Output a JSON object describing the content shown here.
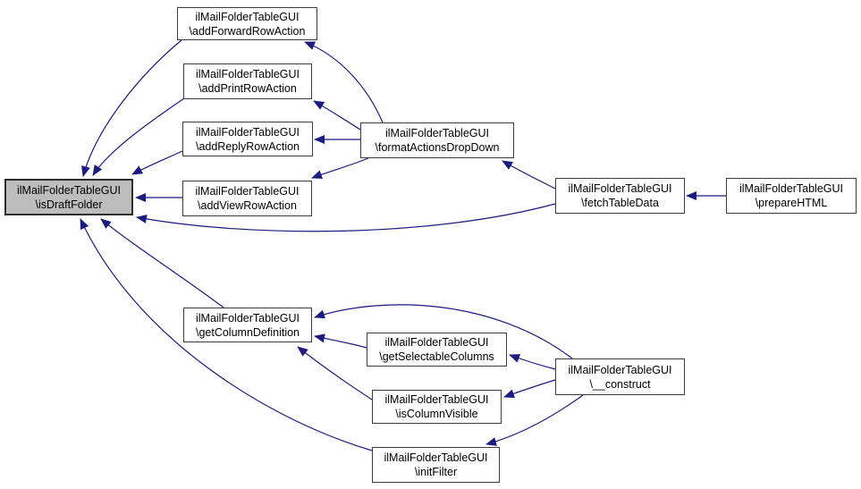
{
  "diagram": {
    "kind": "caller-graph",
    "background_color": "#ffffff",
    "edge_color": "#1b1b80",
    "node_fill_color": "#ffffff",
    "node_border_color": "#3d3d3d",
    "highlight_fill_color": "#bdbdbd",
    "text_color": "#000000"
  },
  "nodes": [
    {
      "id": "isDraftFolder",
      "class_name": "ilMailFolderTableGUI",
      "method": "\\isDraftFolder",
      "highlighted": true
    },
    {
      "id": "addForwardRowAction",
      "class_name": "ilMailFolderTableGUI",
      "method": "\\addForwardRowAction",
      "highlighted": false
    },
    {
      "id": "addPrintRowAction",
      "class_name": "ilMailFolderTableGUI",
      "method": "\\addPrintRowAction",
      "highlighted": false
    },
    {
      "id": "addReplyRowAction",
      "class_name": "ilMailFolderTableGUI",
      "method": "\\addReplyRowAction",
      "highlighted": false
    },
    {
      "id": "addViewRowAction",
      "class_name": "ilMailFolderTableGUI",
      "method": "\\addViewRowAction",
      "highlighted": false
    },
    {
      "id": "formatActionsDropDown",
      "class_name": "ilMailFolderTableGUI",
      "method": "\\formatActionsDropDown",
      "highlighted": false
    },
    {
      "id": "fetchTableData",
      "class_name": "ilMailFolderTableGUI",
      "method": "\\fetchTableData",
      "highlighted": false
    },
    {
      "id": "prepareHTML",
      "class_name": "ilMailFolderTableGUI",
      "method": "\\prepareHTML",
      "highlighted": false
    },
    {
      "id": "getColumnDefinition",
      "class_name": "ilMailFolderTableGUI",
      "method": "\\getColumnDefinition",
      "highlighted": false
    },
    {
      "id": "getSelectableColumns",
      "class_name": "ilMailFolderTableGUI",
      "method": "\\getSelectableColumns",
      "highlighted": false
    },
    {
      "id": "isColumnVisible",
      "class_name": "ilMailFolderTableGUI",
      "method": "\\isColumnVisible",
      "highlighted": false
    },
    {
      "id": "initFilter",
      "class_name": "ilMailFolderTableGUI",
      "method": "\\initFilter",
      "highlighted": false
    },
    {
      "id": "__construct",
      "class_name": "ilMailFolderTableGUI",
      "method": "\\__construct",
      "highlighted": false
    }
  ],
  "edges": [
    {
      "from": "addForwardRowAction",
      "to": "isDraftFolder"
    },
    {
      "from": "addPrintRowAction",
      "to": "isDraftFolder"
    },
    {
      "from": "addReplyRowAction",
      "to": "isDraftFolder"
    },
    {
      "from": "addViewRowAction",
      "to": "isDraftFolder"
    },
    {
      "from": "formatActionsDropDown",
      "to": "addForwardRowAction"
    },
    {
      "from": "formatActionsDropDown",
      "to": "addPrintRowAction"
    },
    {
      "from": "formatActionsDropDown",
      "to": "addReplyRowAction"
    },
    {
      "from": "formatActionsDropDown",
      "to": "addViewRowAction"
    },
    {
      "from": "fetchTableData",
      "to": "formatActionsDropDown"
    },
    {
      "from": "fetchTableData",
      "to": "isDraftFolder"
    },
    {
      "from": "prepareHTML",
      "to": "fetchTableData"
    },
    {
      "from": "getColumnDefinition",
      "to": "isDraftFolder"
    },
    {
      "from": "initFilter",
      "to": "isDraftFolder"
    },
    {
      "from": "getSelectableColumns",
      "to": "getColumnDefinition"
    },
    {
      "from": "isColumnVisible",
      "to": "getColumnDefinition"
    },
    {
      "from": "__construct",
      "to": "getColumnDefinition"
    },
    {
      "from": "__construct",
      "to": "getSelectableColumns"
    },
    {
      "from": "__construct",
      "to": "isColumnVisible"
    },
    {
      "from": "__construct",
      "to": "initFilter"
    }
  ]
}
